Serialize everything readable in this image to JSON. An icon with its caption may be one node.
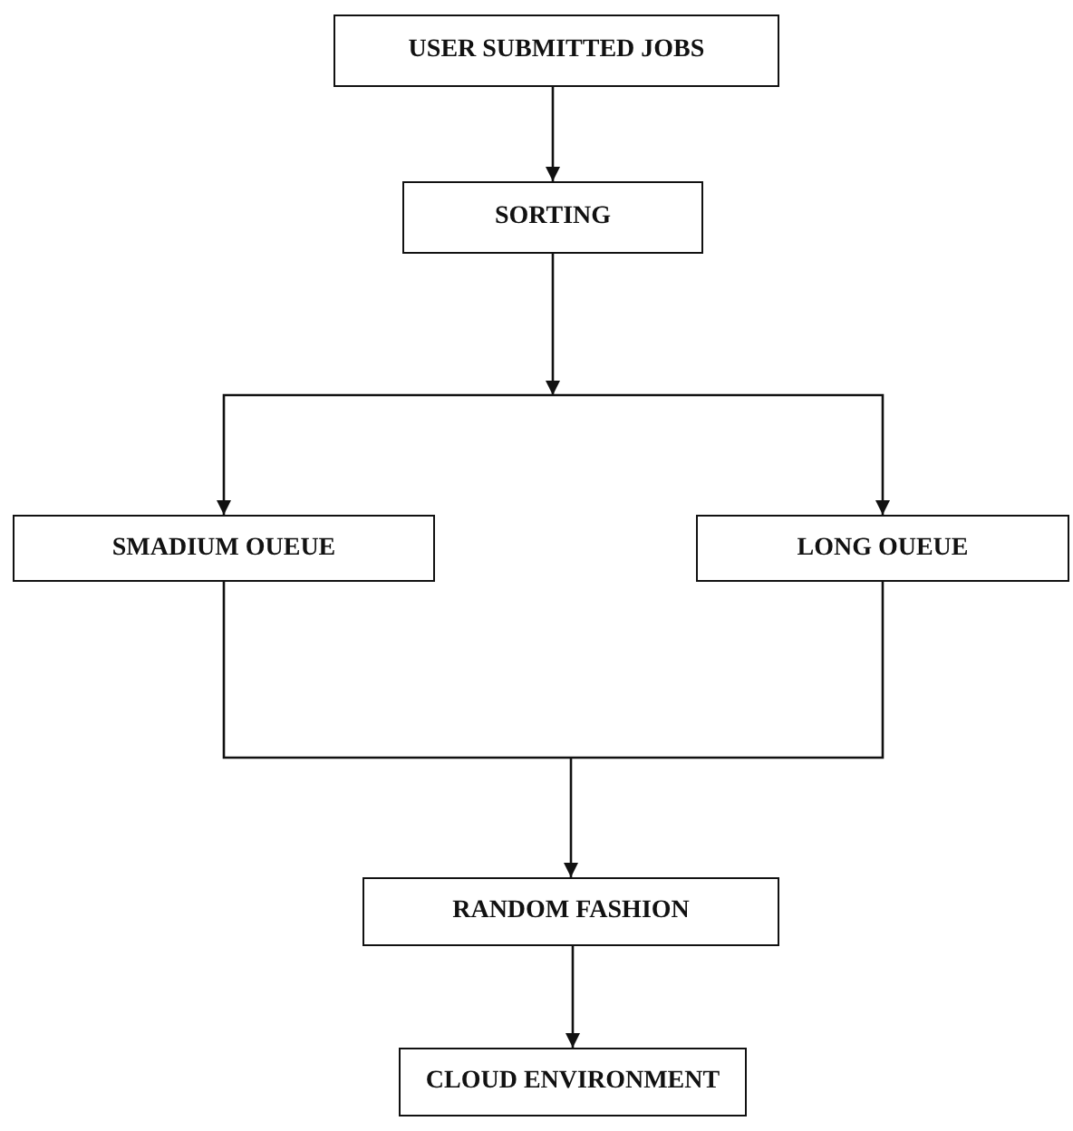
{
  "diagram": {
    "nodes": [
      {
        "text": [
          "USER SUBMITTED JOBS"
        ]
      },
      {
        "text": [
          "SORTING"
        ]
      },
      {
        "text": [
          "SMADIUM OUEUE"
        ]
      },
      {
        "text": [
          "LONG OUEUE"
        ]
      },
      {
        "text": [
          "RANDOM FASHION"
        ]
      },
      {
        "text": [
          "CLOUD ENVIRONMENT"
        ]
      }
    ],
    "edges": [
      {
        "from": 0,
        "to": 1,
        "arrow": "to"
      },
      {
        "from": 1,
        "to": 2,
        "arrow": "to"
      },
      {
        "from": 1,
        "to": 3,
        "arrow": "to"
      },
      {
        "from": 2,
        "to": 4,
        "arrow": "to"
      },
      {
        "from": 3,
        "to": 4,
        "arrow": "to"
      },
      {
        "from": 4,
        "to": 5,
        "arrow": "to"
      }
    ]
  }
}
